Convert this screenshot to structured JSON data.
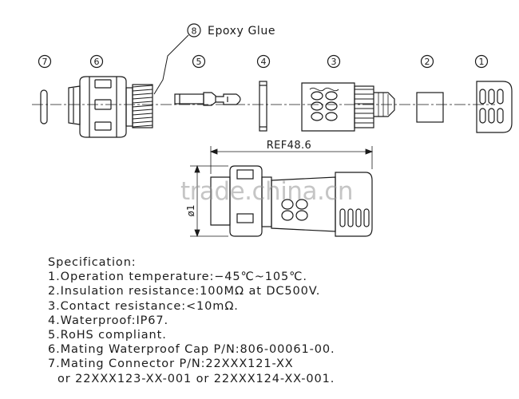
{
  "callout": {
    "label": "Epoxy Glue",
    "number": "8"
  },
  "parts": [
    {
      "number": "7"
    },
    {
      "number": "6"
    },
    {
      "number": "5"
    },
    {
      "number": "4"
    },
    {
      "number": "3"
    },
    {
      "number": "2"
    },
    {
      "number": "1"
    }
  ],
  "dimensions": {
    "length": "REF48.6",
    "diameter": "ø1"
  },
  "watermark": "trade.china.cn",
  "specification": {
    "title": "Specification:",
    "lines": [
      "1.Operation temperature:−45℃~105℃.",
      "2.Insulation resistance:100MΩ at DC500V.",
      "3.Contact resistance:<10mΩ.",
      "4.Waterproof:IP67.",
      "5.RoHS compliant.",
      "6.Mating Waterproof Cap P/N:806-00061-00.",
      "7.Mating Connector P/N:22XXX121-XX",
      "or 22XXX123-XX-001 or 22XXX124-XX-001."
    ]
  },
  "colors": {
    "line": "#1a1a1a",
    "watermark": "#969696"
  }
}
